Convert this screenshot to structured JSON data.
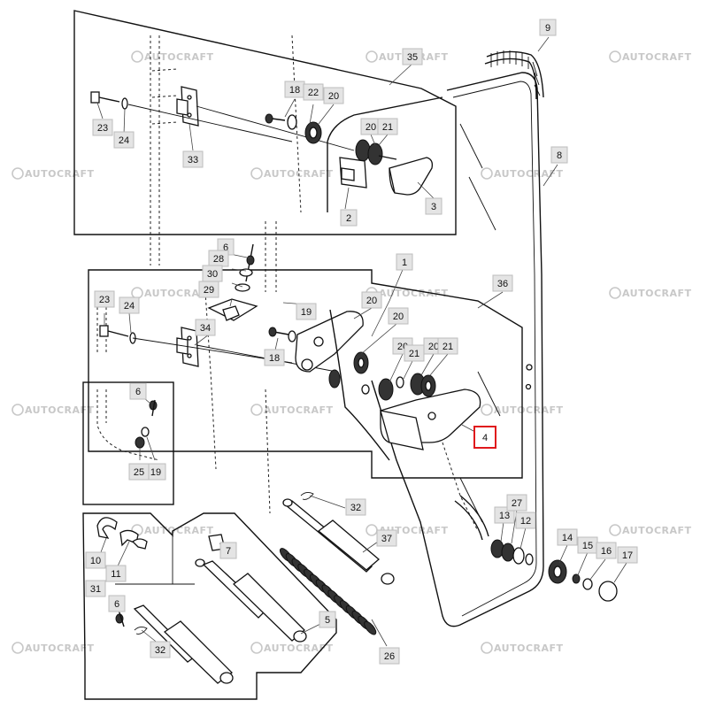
{
  "watermark": {
    "text": "AUTOCRAFT"
  },
  "callouts": [
    {
      "id": "c1",
      "label": "1"
    },
    {
      "id": "c2",
      "label": "2"
    },
    {
      "id": "c3",
      "label": "3"
    },
    {
      "id": "c4",
      "label": "4",
      "highlighted": true
    },
    {
      "id": "c5",
      "label": "5"
    },
    {
      "id": "c6a",
      "label": "6"
    },
    {
      "id": "c6b",
      "label": "6"
    },
    {
      "id": "c6c",
      "label": "6"
    },
    {
      "id": "c7",
      "label": "7"
    },
    {
      "id": "c8",
      "label": "8"
    },
    {
      "id": "c9",
      "label": "9"
    },
    {
      "id": "c10",
      "label": "10"
    },
    {
      "id": "c11",
      "label": "11"
    },
    {
      "id": "c12",
      "label": "12"
    },
    {
      "id": "c13",
      "label": "13"
    },
    {
      "id": "c14",
      "label": "14"
    },
    {
      "id": "c15",
      "label": "15"
    },
    {
      "id": "c16",
      "label": "16"
    },
    {
      "id": "c17",
      "label": "17"
    },
    {
      "id": "c18a",
      "label": "18"
    },
    {
      "id": "c18b",
      "label": "18"
    },
    {
      "id": "c19a",
      "label": "19"
    },
    {
      "id": "c19b",
      "label": "19"
    },
    {
      "id": "c20a",
      "label": "20"
    },
    {
      "id": "c20b",
      "label": "20"
    },
    {
      "id": "c20c",
      "label": "20"
    },
    {
      "id": "c20d",
      "label": "20"
    },
    {
      "id": "c20e",
      "label": "20"
    },
    {
      "id": "c20f",
      "label": "20"
    },
    {
      "id": "c21a",
      "label": "21"
    },
    {
      "id": "c21b",
      "label": "21"
    },
    {
      "id": "c21c",
      "label": "21"
    },
    {
      "id": "c22",
      "label": "22"
    },
    {
      "id": "c23a",
      "label": "23"
    },
    {
      "id": "c23b",
      "label": "23"
    },
    {
      "id": "c24a",
      "label": "24"
    },
    {
      "id": "c24b",
      "label": "24"
    },
    {
      "id": "c25",
      "label": "25"
    },
    {
      "id": "c26",
      "label": "26"
    },
    {
      "id": "c27",
      "label": "27"
    },
    {
      "id": "c28",
      "label": "28"
    },
    {
      "id": "c29",
      "label": "29"
    },
    {
      "id": "c30",
      "label": "30"
    },
    {
      "id": "c31",
      "label": "31"
    },
    {
      "id": "c32a",
      "label": "32"
    },
    {
      "id": "c32b",
      "label": "32"
    },
    {
      "id": "c33",
      "label": "33"
    },
    {
      "id": "c34",
      "label": "34"
    },
    {
      "id": "c35",
      "label": "35"
    },
    {
      "id": "c36",
      "label": "36"
    },
    {
      "id": "c37",
      "label": "37"
    }
  ],
  "colors": {
    "callout_fill": "#e4e4e4",
    "highlight": "#e0181c",
    "watermark": "#c8c8c8"
  }
}
